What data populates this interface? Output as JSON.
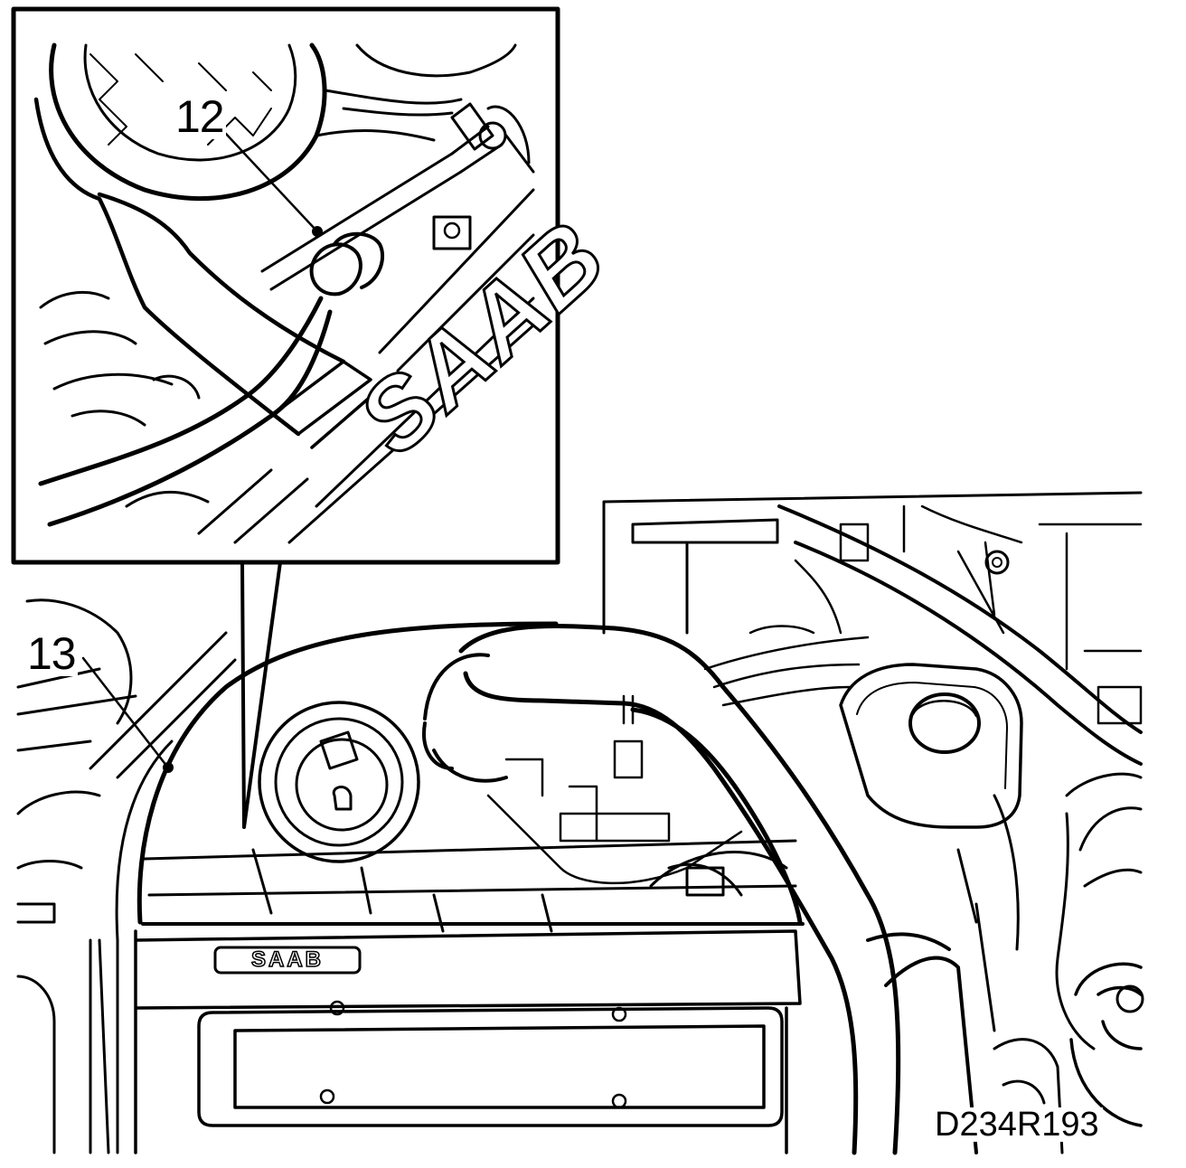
{
  "labels": {
    "callout_12": "12",
    "callout_13": "13",
    "figure_id": "D234R193",
    "engine_logo": "SAAB",
    "detail_logo": "SAAB"
  },
  "colors": {
    "ink": "#000000",
    "paper": "#ffffff"
  },
  "views": {
    "detail_inset": "enlarged detail view",
    "main_view": "engine compartment view"
  }
}
